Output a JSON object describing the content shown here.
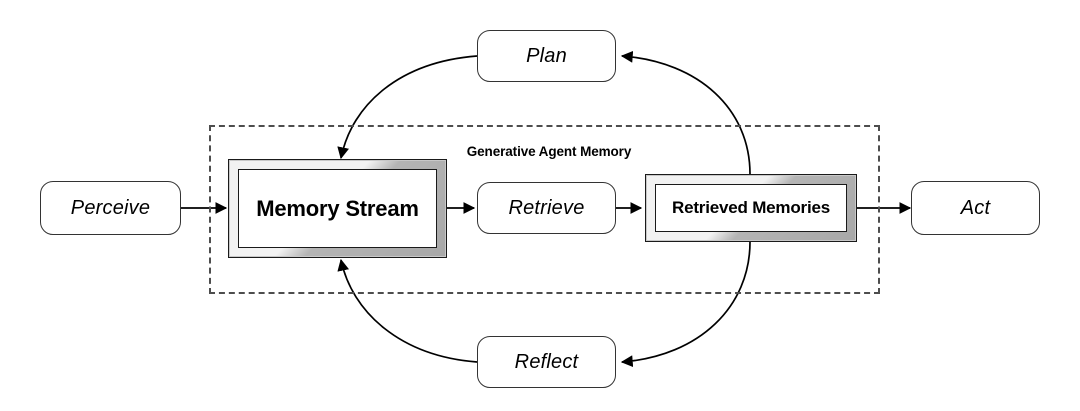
{
  "diagram": {
    "title": "Generative Agent Memory",
    "nodes": {
      "perceive": {
        "label": "Perceive"
      },
      "memory_stream": {
        "label": "Memory Stream"
      },
      "retrieve": {
        "label": "Retrieve"
      },
      "retrieved_memories": {
        "label": "Retrieved Memories"
      },
      "act": {
        "label": "Act"
      },
      "plan": {
        "label": "Plan"
      },
      "reflect": {
        "label": "Reflect"
      }
    },
    "group": {
      "label": "Generative Agent Memory"
    },
    "colors": {
      "stroke": "#333333",
      "group_stroke": "#4d4d4d",
      "bevel_face": "#c8c8c8",
      "bevel_highlight": "#f2f2f2",
      "background": "#ffffff",
      "text": "#000000"
    }
  }
}
